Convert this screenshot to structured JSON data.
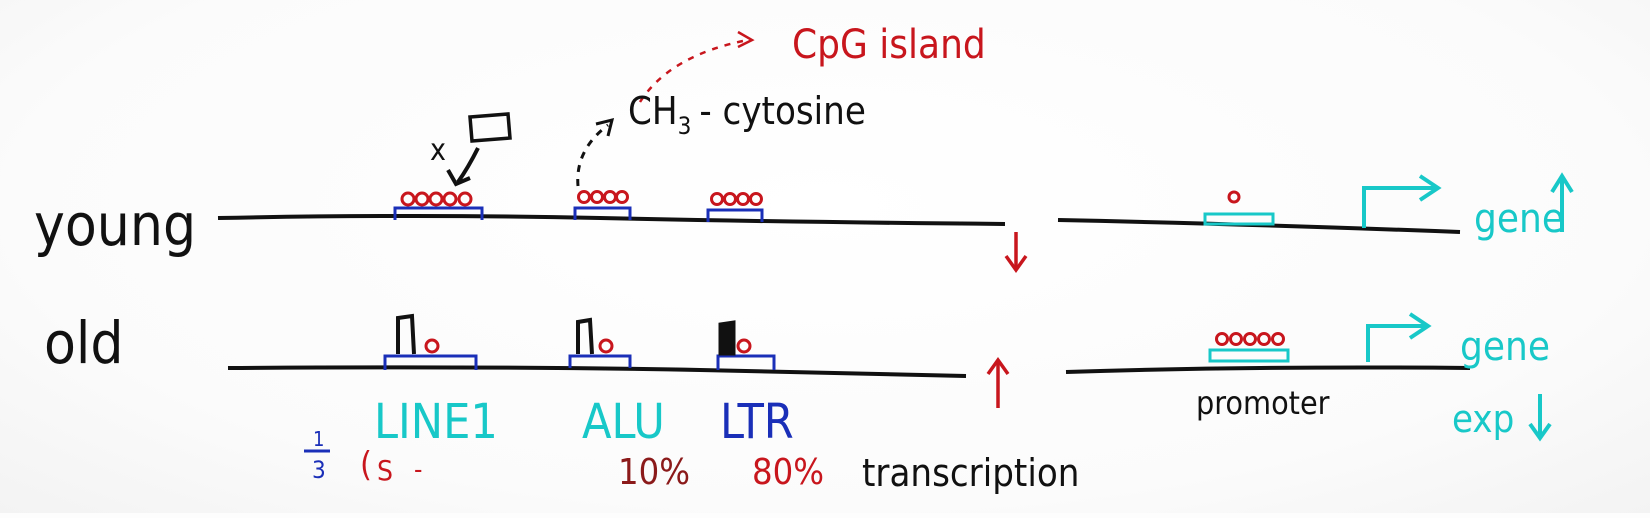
{
  "labels": {
    "young": "young",
    "old": "old",
    "cpg_island": "CpG island",
    "ch3": "CH",
    "ch3_sub": "3",
    "ch3_suffix": "- cytosine",
    "x_mark": "x",
    "line1": "LINE1",
    "alu": "ALU",
    "ltr": "LTR",
    "promoter": "promoter",
    "gene_young": "gene",
    "gene_old": "gene",
    "exp": "exp",
    "fraction_num": "1",
    "fraction_den": "3",
    "paren_mark": "(",
    "s_mark": "S",
    "dash_mark": "-",
    "alu_pct": "10%",
    "ltr_pct": "80%",
    "transcription": "transcription"
  },
  "colors": {
    "ink_black": "#111111",
    "ink_red": "#c8161d",
    "ink_blue": "#1a2fb8",
    "ink_cyan": "#18c8c8"
  },
  "icons": {
    "reader_protein": "square-box-icon",
    "arrow_down": "down-arrow-icon",
    "arrow_up": "up-arrow-icon",
    "tss_arrow": "bent-arrow-icon"
  }
}
